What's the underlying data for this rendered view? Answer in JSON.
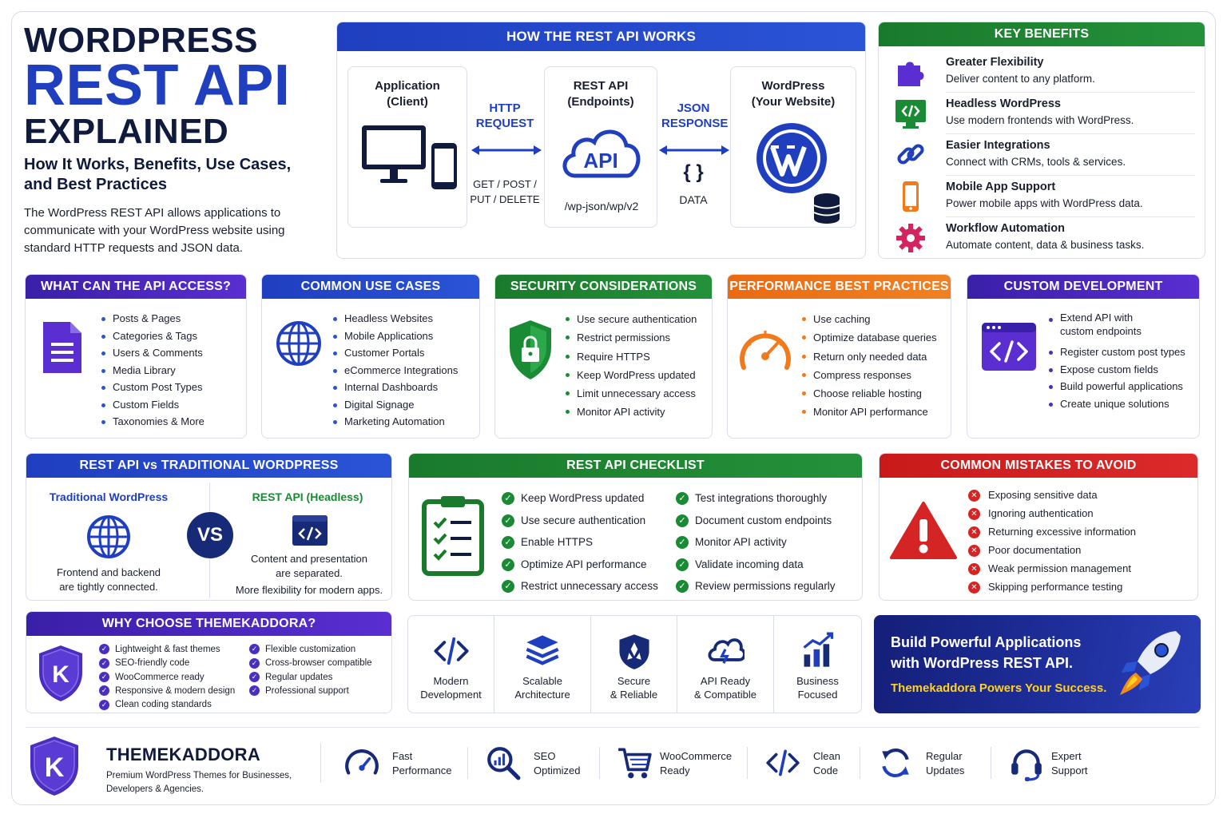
{
  "title": {
    "line1": "WORDPRESS",
    "line2": "REST API",
    "line3": "EXPLAINED",
    "subtitle1": "How It Works, Benefits, Use Cases,",
    "subtitle2": "and Best Practices",
    "intro": [
      "The WordPress REST API allows applications to",
      "communicate with your WordPress website using",
      "standard HTTP requests and JSON data."
    ]
  },
  "how": {
    "header": "HOW THE REST API WORKS",
    "client": [
      "Application",
      "(Client)"
    ],
    "request": [
      "HTTP",
      "REQUEST"
    ],
    "methods": [
      "GET / POST /",
      "PUT / DELETE"
    ],
    "api": [
      "REST API",
      "(Endpoints)"
    ],
    "api_icon": "API",
    "endpoint": "/wp-json/wp/v2",
    "response": [
      "JSON",
      "RESPONSE"
    ],
    "braces": "{ }",
    "data": "DATA",
    "site": [
      "WordPress",
      "(Your Website)"
    ]
  },
  "benefits": {
    "header": "KEY BENEFITS",
    "items": [
      {
        "title": "Greater Flexibility",
        "desc": "Deliver content to any platform.",
        "icon": "puzzle-icon"
      },
      {
        "title": "Headless WordPress",
        "desc": "Use modern frontends with WordPress.",
        "icon": "code-monitor-icon"
      },
      {
        "title": "Easier Integrations",
        "desc": "Connect with CRMs, tools & services.",
        "icon": "link-icon"
      },
      {
        "title": "Mobile App Support",
        "desc": "Power mobile apps with WordPress data.",
        "icon": "phone-icon"
      },
      {
        "title": "Workflow Automation",
        "desc": "Automate content, data & business tasks.",
        "icon": "gear-icon"
      }
    ]
  },
  "access": {
    "header": "WHAT CAN THE API ACCESS?",
    "items": [
      "Posts & Pages",
      "Categories & Tags",
      "Users & Comments",
      "Media Library",
      "Custom Post Types",
      "Custom Fields",
      "Taxonomies & More"
    ]
  },
  "usecases": {
    "header": "COMMON USE CASES",
    "items": [
      "Headless Websites",
      "Mobile Applications",
      "Customer Portals",
      "eCommerce Integrations",
      "Internal Dashboards",
      "Digital Signage",
      "Marketing Automation"
    ]
  },
  "security": {
    "header": "SECURITY CONSIDERATIONS",
    "items": [
      "Use secure authentication",
      "Restrict permissions",
      "Require HTTPS",
      "Keep WordPress updated",
      "Limit unnecessary access",
      "Monitor API activity"
    ]
  },
  "performance": {
    "header": "PERFORMANCE BEST PRACTICES",
    "items": [
      "Use caching",
      "Optimize database queries",
      "Return only needed data",
      "Compress responses",
      "Choose reliable hosting",
      "Monitor API performance"
    ]
  },
  "custom": {
    "header": "CUSTOM DEVELOPMENT",
    "items": [
      "Extend API with",
      "custom endpoints",
      "Register custom post types",
      "Expose custom fields",
      "Build powerful applications",
      "Create unique solutions"
    ]
  },
  "versus": {
    "header": "REST API vs TRADITIONAL WORDPRESS",
    "left_title": "Traditional WordPress",
    "left_desc": [
      "Frontend and backend",
      "are tightly connected."
    ],
    "vs": "VS",
    "right_title": "REST API (Headless)",
    "right_desc": [
      "Content and presentation",
      "are separated.",
      "More flexibility for modern apps."
    ]
  },
  "checklist": {
    "header": "REST API CHECKLIST",
    "col1": [
      "Keep WordPress updated",
      "Use secure authentication",
      "Enable HTTPS",
      "Optimize API performance",
      "Restrict unnecessary access"
    ],
    "col2": [
      "Test integrations thoroughly",
      "Document custom endpoints",
      "Monitor API activity",
      "Validate incoming data",
      "Review permissions regularly"
    ]
  },
  "mistakes": {
    "header": "COMMON MISTAKES TO AVOID",
    "items": [
      "Exposing sensitive data",
      "Ignoring authentication",
      "Returning excessive information",
      "Poor documentation",
      "Weak permission management",
      "Skipping performance testing"
    ]
  },
  "why": {
    "header": "WHY CHOOSE THEMEKADDORA?",
    "logo_letter": "K",
    "col1": [
      "Lightweight & fast themes",
      "SEO-friendly code",
      "WooCommerce ready",
      "Responsive & modern design",
      "Clean coding standards"
    ],
    "col2": [
      "Flexible customization",
      "Cross-browser compatible",
      "Regular updates",
      "Professional support"
    ]
  },
  "features": [
    {
      "l1": "Modern",
      "l2": "Development",
      "icon": "code-icon"
    },
    {
      "l1": "Scalable",
      "l2": "Architecture",
      "icon": "layers-icon"
    },
    {
      "l1": "Secure",
      "l2": "& Reliable",
      "icon": "shield-icon"
    },
    {
      "l1": "API Ready",
      "l2": "& Compatible",
      "icon": "cloud-icon"
    },
    {
      "l1": "Business",
      "l2": "Focused",
      "icon": "chart-icon"
    }
  ],
  "cta": {
    "line1": "Build Powerful Applications",
    "line2": "with WordPress REST API.",
    "tagline": "Themekaddora Powers Your Success."
  },
  "footer": {
    "brand": "THEMEKADDORA",
    "logo_letter": "K",
    "desc1": "Premium WordPress Themes for Businesses,",
    "desc2": "Developers & Agencies.",
    "items": [
      {
        "l1": "Fast",
        "l2": "Performance",
        "icon": "speedometer-icon"
      },
      {
        "l1": "SEO",
        "l2": "Optimized",
        "icon": "seo-icon"
      },
      {
        "l1": "WooCommerce",
        "l2": "Ready",
        "icon": "cart-icon"
      },
      {
        "l1": "Clean",
        "l2": "Code",
        "icon": "code-icon"
      },
      {
        "l1": "Regular",
        "l2": "Updates",
        "icon": "refresh-icon"
      },
      {
        "l1": "Expert",
        "l2": "Support",
        "icon": "headset-icon"
      }
    ]
  },
  "colors": {
    "navy": "#0f1a3c",
    "blue": "#1f3fbf",
    "purple": "#4a2ec0",
    "green": "#1a7a2c",
    "orange": "#f07a1c",
    "red": "#d42424",
    "yellow": "#ffd21f"
  }
}
